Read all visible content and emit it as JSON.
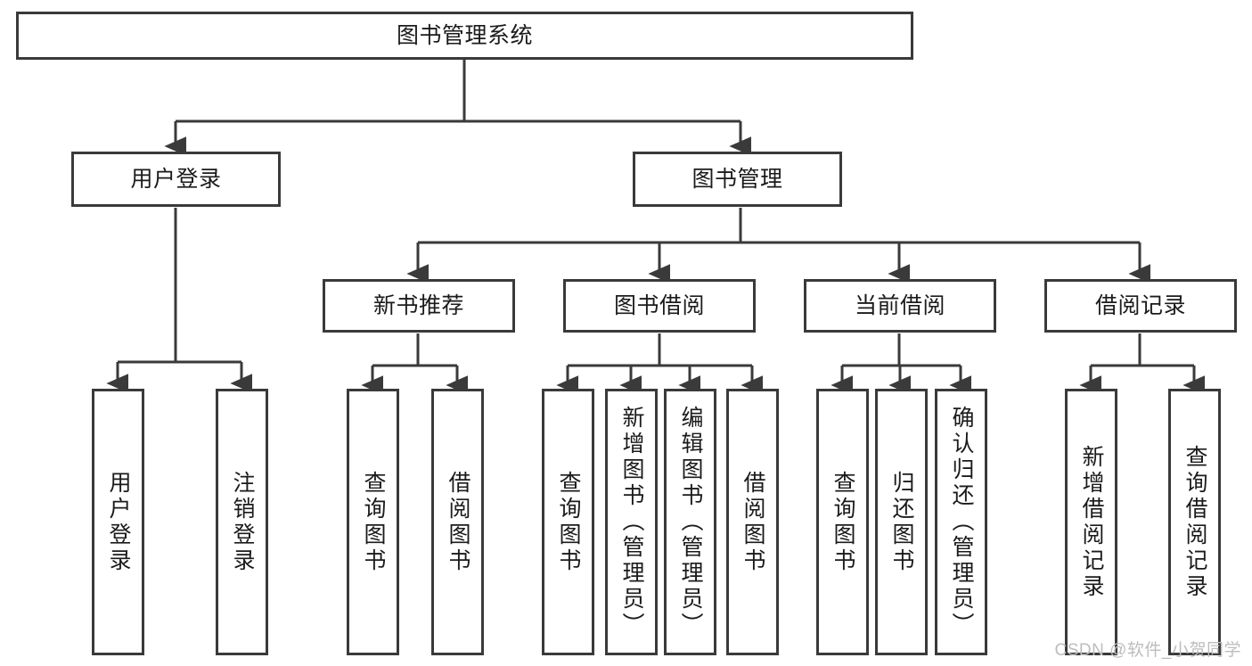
{
  "diagram": {
    "title": "图书管理系统",
    "type": "tree-hierarchy",
    "stroke_color": "#3a3a3a",
    "fill_color": "#ffffff",
    "text_color": "#1b1b1b",
    "watermark": "CSDN @软件_小贺同学"
  },
  "nodes": {
    "root": {
      "label": "图书管理系统"
    },
    "level2": [
      {
        "label": "用户登录"
      },
      {
        "label": "图书管理"
      }
    ],
    "level3": [
      {
        "label": "新书推荐"
      },
      {
        "label": "图书借阅"
      },
      {
        "label": "当前借阅"
      },
      {
        "label": "借阅记录"
      }
    ],
    "leaves": {
      "user_login": [
        {
          "label": "用户登录"
        },
        {
          "label": "注销登录"
        }
      ],
      "new_book": [
        {
          "label": "查询图书"
        },
        {
          "label": "借阅图书"
        }
      ],
      "book_borrow": [
        {
          "label": "查询图书"
        },
        {
          "label": "新增图书（管理员）"
        },
        {
          "label": "编辑图书（管理员）"
        },
        {
          "label": "借阅图书"
        }
      ],
      "current_borrow": [
        {
          "label": "查询图书"
        },
        {
          "label": "归还图书"
        },
        {
          "label": "确认归还（管理员）"
        }
      ],
      "borrow_record": [
        {
          "label": "新增借阅记录"
        },
        {
          "label": "查询借阅记录"
        }
      ]
    }
  }
}
